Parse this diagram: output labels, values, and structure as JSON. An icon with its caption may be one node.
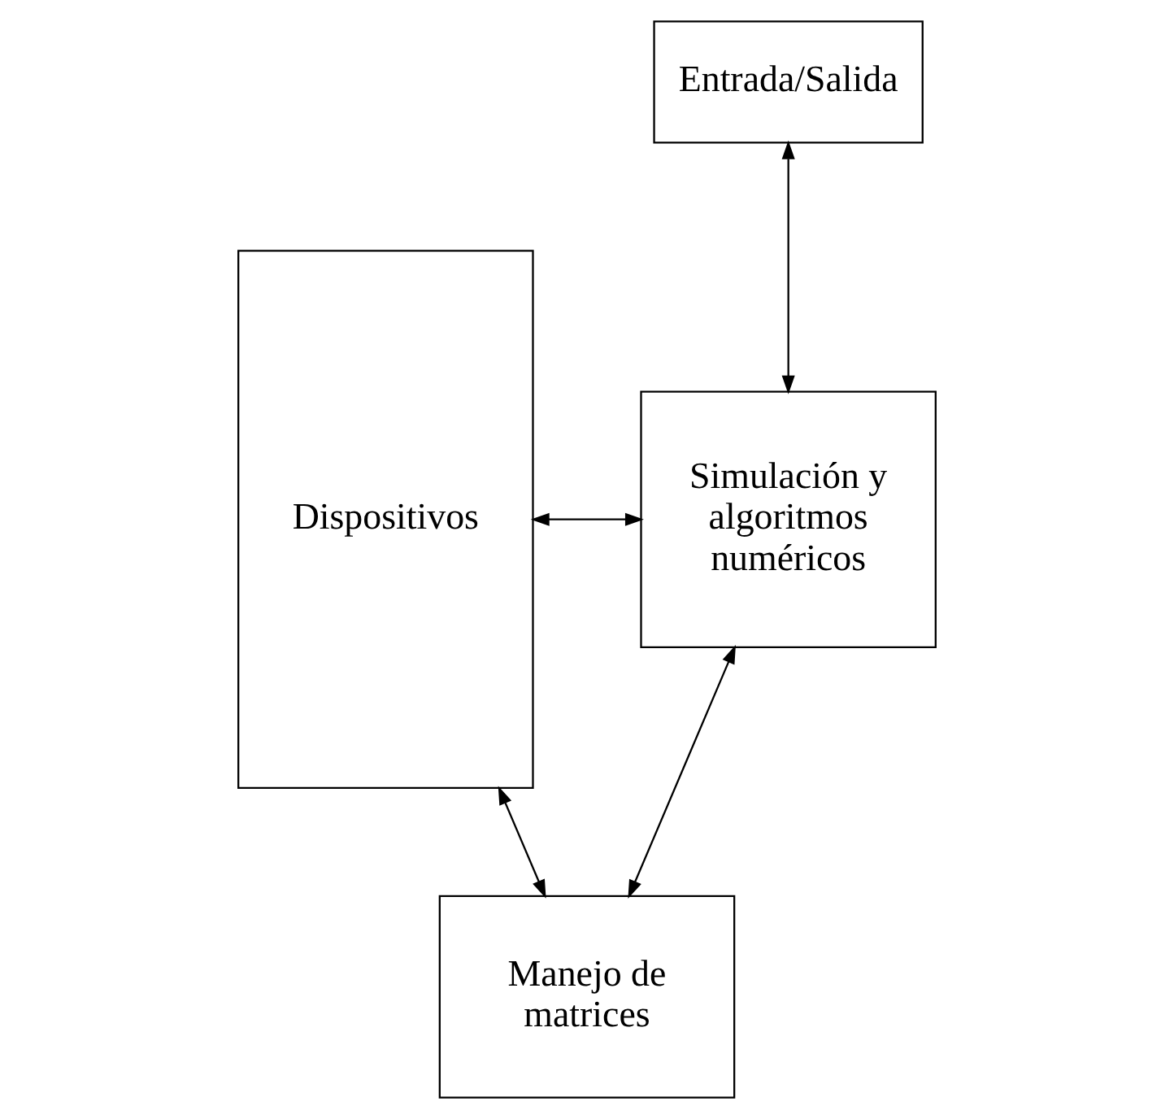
{
  "diagram": {
    "nodes": [
      {
        "text": [
          "Entrada/Salida"
        ]
      },
      {
        "text": [
          "Dispositivos"
        ]
      },
      {
        "text": [
          "Simulación y algoritmos numéricos"
        ]
      },
      {
        "text": [
          "Manejo de matrices"
        ]
      }
    ],
    "edges": [
      {
        "from": 0,
        "to": 2,
        "arrow": "both"
      },
      {
        "from": 1,
        "to": 2,
        "arrow": "both"
      },
      {
        "from": 2,
        "to": 3,
        "arrow": "both"
      },
      {
        "from": 1,
        "to": 3,
        "arrow": "both"
      }
    ]
  }
}
